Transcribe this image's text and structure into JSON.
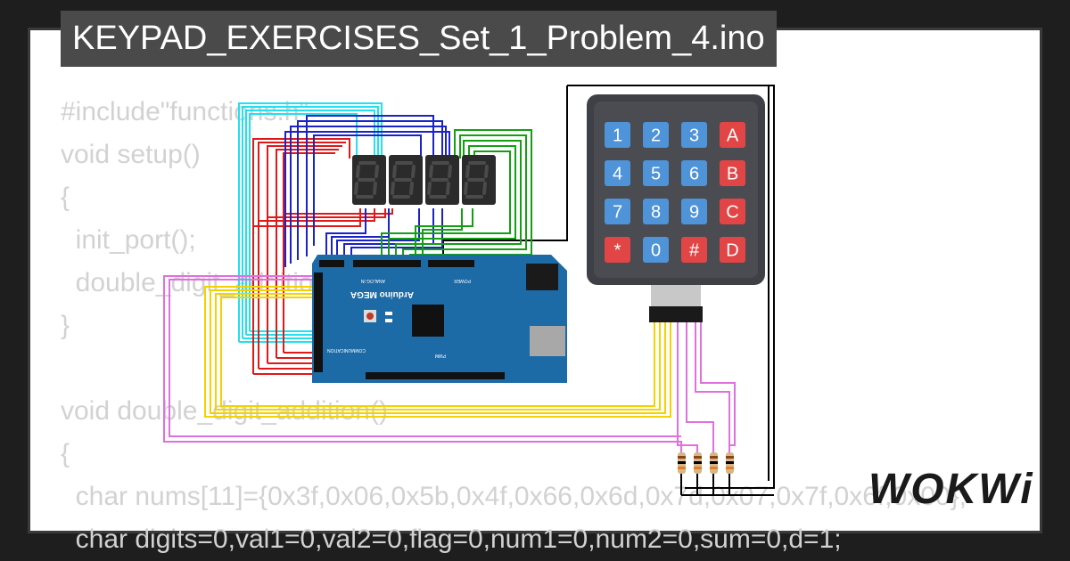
{
  "header": {
    "title": "KEYPAD_EXERCISES_Set_1_Problem_4.ino"
  },
  "code_lines": [
    "#include\"functions.h\"",
    "void setup()",
    "{",
    "  init_port();",
    "  double_digit_addition();",
    "}",
    "",
    "void double_digit_addition()",
    "{",
    "  char nums[11]={0x3f,0x06,0x5b,0x4f,0x66,0x6d,0x7d,0x07,0x7f,0x6f,0x00};",
    "  char digits=0,val1=0,val2=0,flag=0,num1=0,num2=0,sum=0,d=1;"
  ],
  "keypad": {
    "keys": [
      [
        "1",
        "2",
        "3",
        "A"
      ],
      [
        "4",
        "5",
        "6",
        "B"
      ],
      [
        "7",
        "8",
        "9",
        "C"
      ],
      [
        "*",
        "0",
        "#",
        "D"
      ]
    ]
  },
  "board": {
    "name": "Arduino MEGA",
    "analog_in_label": "ANALOG IN",
    "power_label": "POWER",
    "communication_label": "COMMUNICATION",
    "pwm_label": "PWM"
  },
  "logo": {
    "text": "WOKWi"
  },
  "colors": {
    "wire_cyan": "#22e0ee",
    "wire_red": "#e01818",
    "wire_blue": "#1a22c8",
    "wire_green": "#12a012",
    "wire_yellow": "#f2d200",
    "wire_pink": "#e070e0",
    "wire_black": "#000000",
    "board_blue": "#1c6aa6",
    "keypad_body": "#3e4045",
    "key_blue": "#4f93d8",
    "key_red": "#e24545"
  }
}
